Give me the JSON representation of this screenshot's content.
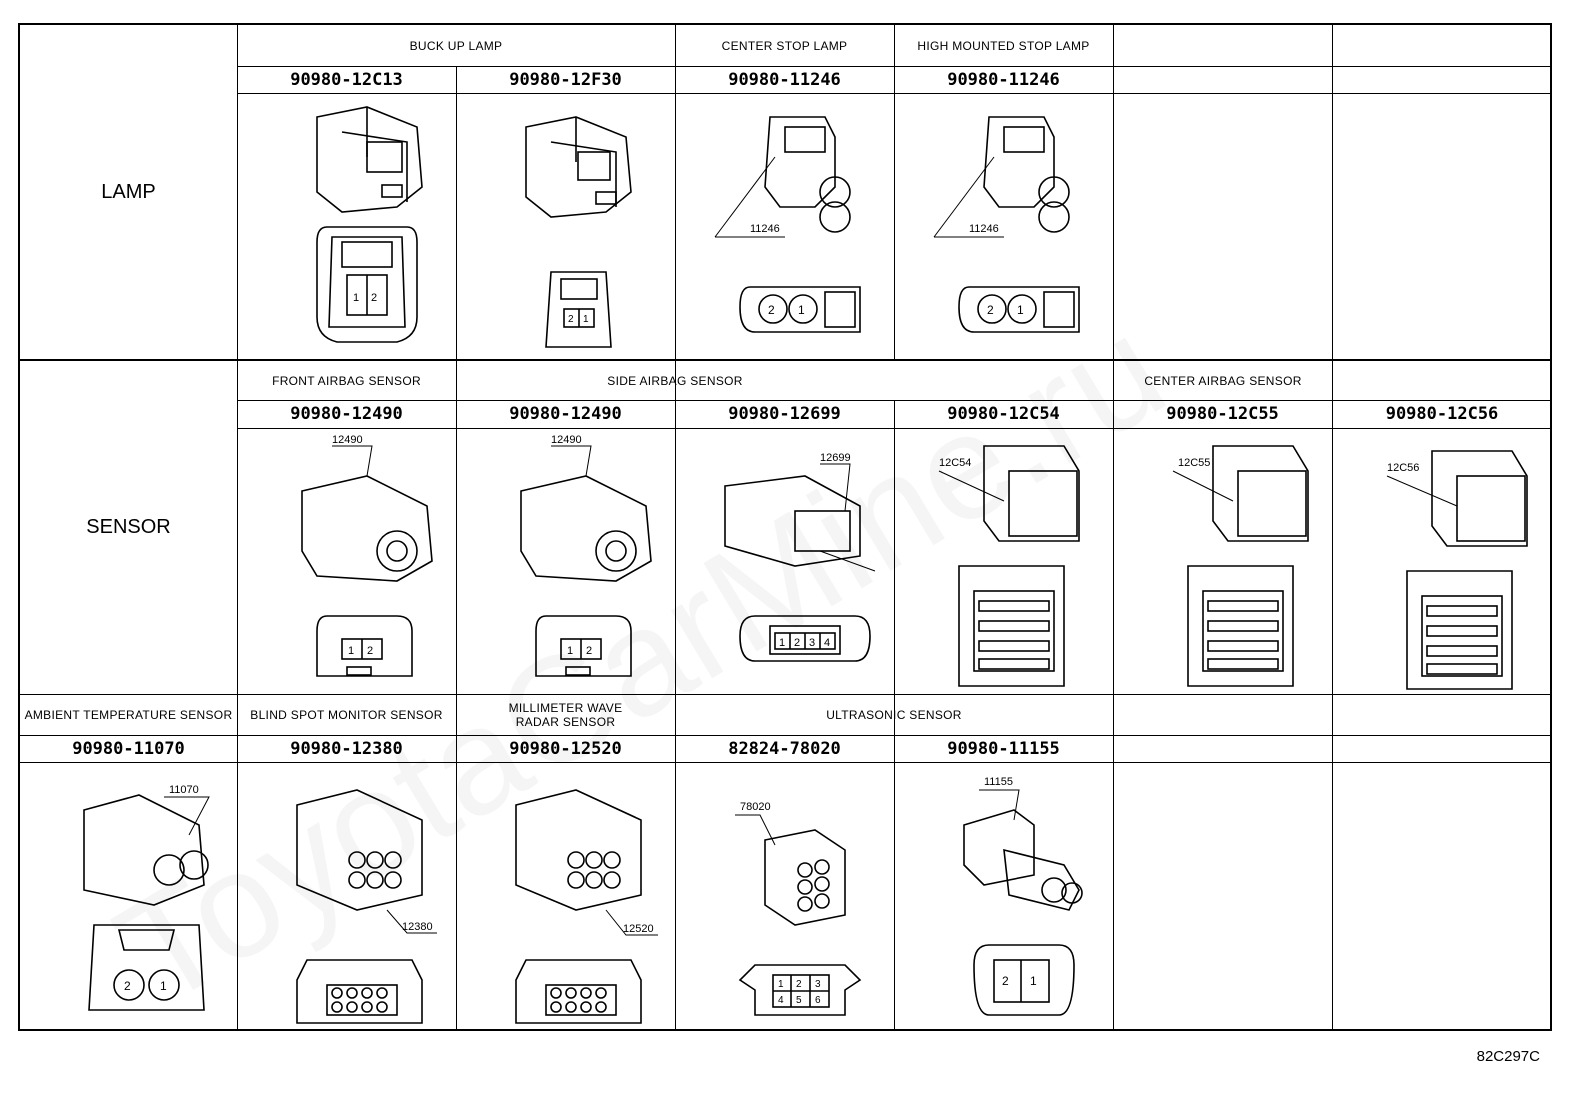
{
  "categories": {
    "lamp": "LAMP",
    "sensor": "SENSOR"
  },
  "lamp_row": {
    "headers": [
      "BUCK UP LAMP",
      "CENTER STOP LAMP",
      "HIGH MOUNTED STOP LAMP"
    ],
    "parts": [
      "90980-12C13",
      "90980-12F30",
      "90980-11246",
      "90980-11246"
    ],
    "callouts": [
      "11246",
      "11246"
    ],
    "pins": {
      "p1": "1",
      "p2": "2"
    }
  },
  "sensor_row": {
    "headers": [
      "FRONT AIRBAG SENSOR",
      "SIDE AIRBAG SENSOR",
      "CENTER AIRBAG SENSOR"
    ],
    "parts": [
      "90980-12490",
      "90980-12490",
      "90980-12699",
      "90980-12C54",
      "90980-12C55",
      "90980-12C56"
    ],
    "callouts": [
      "12490",
      "12490",
      "12699",
      "12C54",
      "12C55",
      "12C56"
    ],
    "pins": {
      "p1": "1",
      "p2": "2",
      "p3": "3",
      "p4": "4"
    }
  },
  "misc_row": {
    "headers": [
      "AMBIENT TEMPERATURE SENSOR",
      "BLIND SPOT MONITOR SENSOR",
      "MILLIMETER WAVE RADAR SENSOR",
      "ULTRASONIC SENSOR"
    ],
    "parts": [
      "90980-11070",
      "90980-12380",
      "90980-12520",
      "82824-78020",
      "90980-11155"
    ],
    "callouts": [
      "11070",
      "12380",
      "12520",
      "78020",
      "11155"
    ],
    "pins": {
      "p1": "1",
      "p2": "2",
      "p3": "3",
      "p4": "4",
      "p5": "5",
      "p6": "6"
    }
  },
  "drawing_code": "82C297C",
  "watermark": "ToyotaCarMine.ru"
}
